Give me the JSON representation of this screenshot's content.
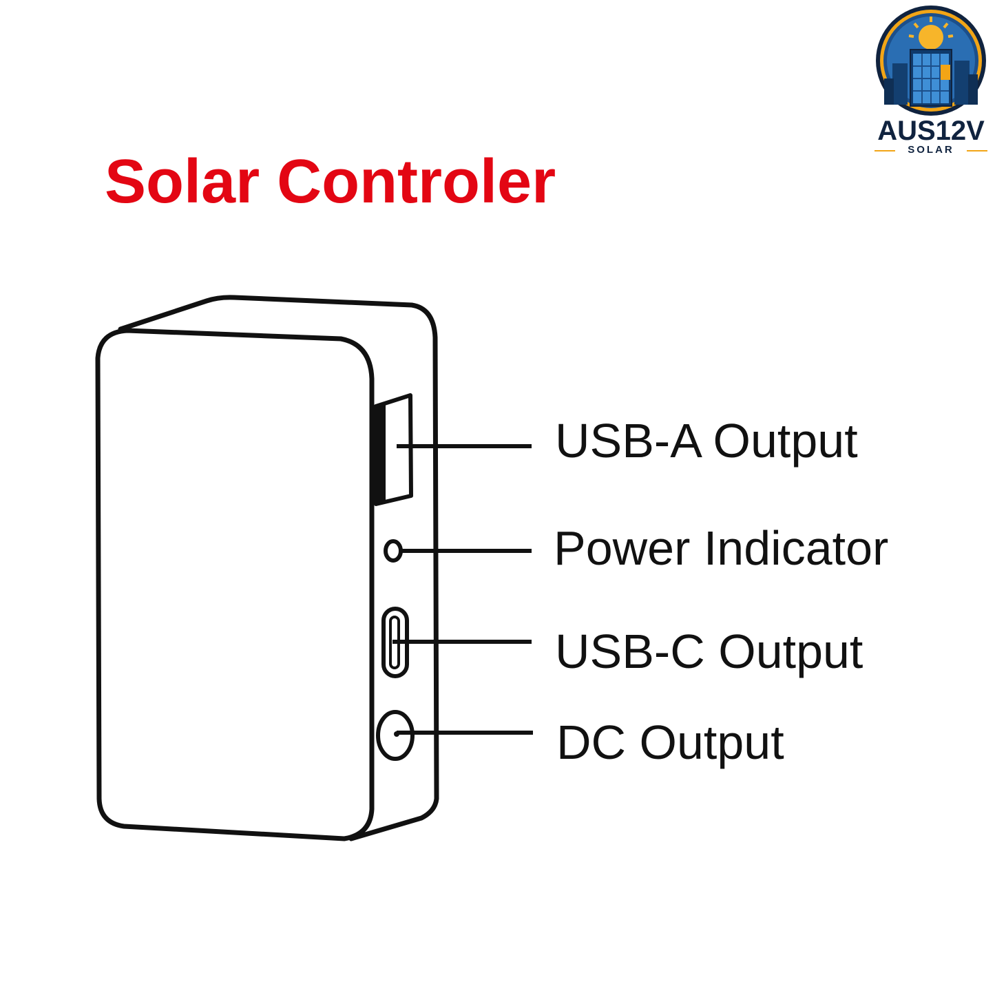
{
  "title": "Solar Controler",
  "labels": {
    "usb_a": "USB-A Output",
    "power": "Power Indicator",
    "usb_c": "USB-C Output",
    "dc": "DC Output"
  },
  "logo": {
    "brand": "AUS12V",
    "sub": "SOLAR"
  },
  "colors": {
    "title": "#e30613",
    "outline": "#111111",
    "logo_navy": "#10233f",
    "logo_gold": "#f2a516"
  },
  "icons": [
    "logo-emblem-icon",
    "usb-a-port-icon",
    "power-indicator-icon",
    "usb-c-port-icon",
    "dc-port-icon"
  ]
}
